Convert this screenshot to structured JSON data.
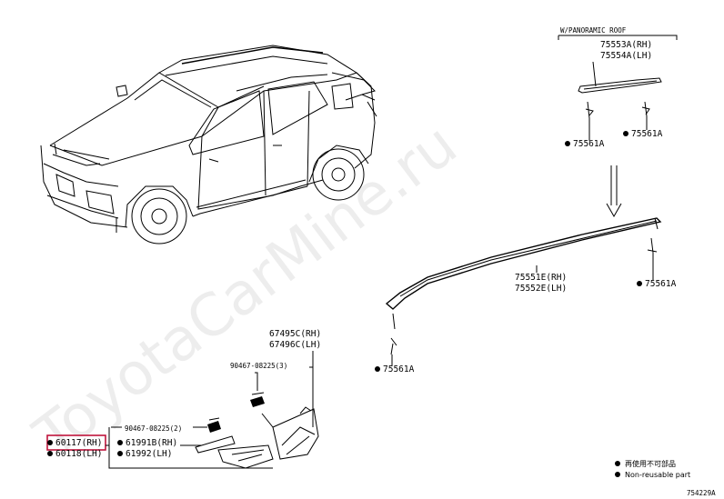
{
  "watermark": "ToyotaCarMine.ru",
  "header_note": "W/PANORAMIC ROOF",
  "parts": {
    "rail_upper_rh": "75553A(RH)",
    "rail_upper_lh": "75554A(LH)",
    "clip_a_left": "75561A",
    "clip_a_right": "75561A",
    "rail_lower_rh": "75551E(RH)",
    "rail_lower_lh": "75552E(LH)",
    "clip_b_right": "75561A",
    "clip_b_left": "75561A",
    "cover_rh": "67495C(RH)",
    "cover_lh": "67496C(LH)",
    "bolt_upper": "90467-08225(3)",
    "bolt_lower": "90467-08225(2)",
    "garnish_rh": "60117(RH)",
    "garnish_lh": "60118(LH)",
    "seal_rh": "61991B(RH)",
    "seal_lh": "61992(LH)"
  },
  "legend": {
    "line1": "再使用不可部品",
    "line2": "Non-reusable part"
  },
  "figure_code": "754229A",
  "colors": {
    "highlight_box": "#c0143c",
    "line": "#000000"
  }
}
